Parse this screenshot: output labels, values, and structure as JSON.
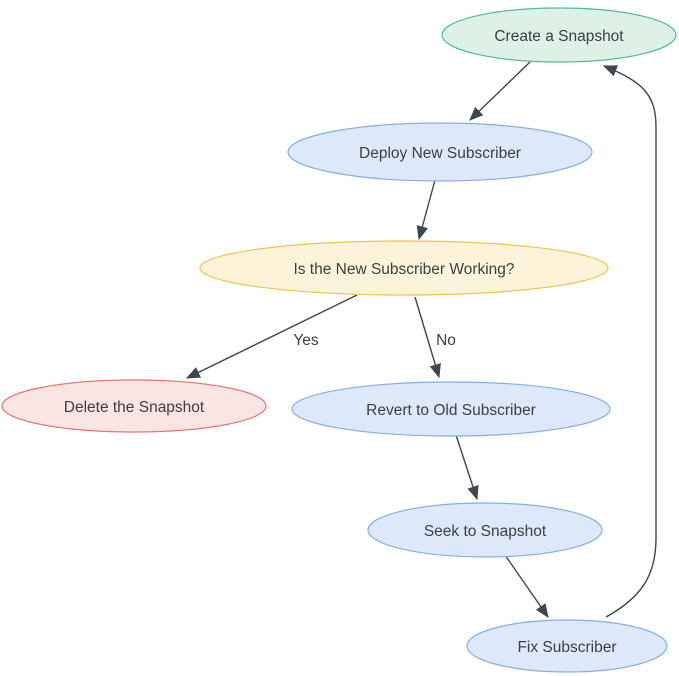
{
  "diagram": {
    "type": "flowchart",
    "nodes": [
      {
        "id": "create_snapshot",
        "label": "Create a Snapshot",
        "shape": "ellipse",
        "fill": "#ddf1e7",
        "stroke": "#52bc8e"
      },
      {
        "id": "deploy_new_subscriber",
        "label": "Deploy New Subscriber",
        "shape": "ellipse",
        "fill": "#dde8f8",
        "stroke": "#85aee8"
      },
      {
        "id": "is_working",
        "label": "Is the New Subscriber Working?",
        "shape": "ellipse",
        "fill": "#fdf3d9",
        "stroke": "#f2c44c"
      },
      {
        "id": "delete_snapshot",
        "label": "Delete the Snapshot",
        "shape": "ellipse",
        "fill": "#fbe4e4",
        "stroke": "#e5766d"
      },
      {
        "id": "revert_old_subscriber",
        "label": "Revert to Old Subscriber",
        "shape": "ellipse",
        "fill": "#dde8f8",
        "stroke": "#85aee8"
      },
      {
        "id": "seek_to_snapshot",
        "label": "Seek to Snapshot",
        "shape": "ellipse",
        "fill": "#dde8f8",
        "stroke": "#85aee8"
      },
      {
        "id": "fix_subscriber",
        "label": "Fix Subscriber",
        "shape": "ellipse",
        "fill": "#dde8f8",
        "stroke": "#85aee8"
      }
    ],
    "edges": [
      {
        "from": "create_snapshot",
        "to": "deploy_new_subscriber",
        "label": ""
      },
      {
        "from": "deploy_new_subscriber",
        "to": "is_working",
        "label": ""
      },
      {
        "from": "is_working",
        "to": "delete_snapshot",
        "label": "Yes"
      },
      {
        "from": "is_working",
        "to": "revert_old_subscriber",
        "label": "No"
      },
      {
        "from": "revert_old_subscriber",
        "to": "seek_to_snapshot",
        "label": ""
      },
      {
        "from": "seek_to_snapshot",
        "to": "fix_subscriber",
        "label": ""
      },
      {
        "from": "fix_subscriber",
        "to": "create_snapshot",
        "label": ""
      }
    ],
    "colors": {
      "arrow": "#3f4650",
      "text": "#3a4045",
      "background": "#ffffff"
    }
  }
}
